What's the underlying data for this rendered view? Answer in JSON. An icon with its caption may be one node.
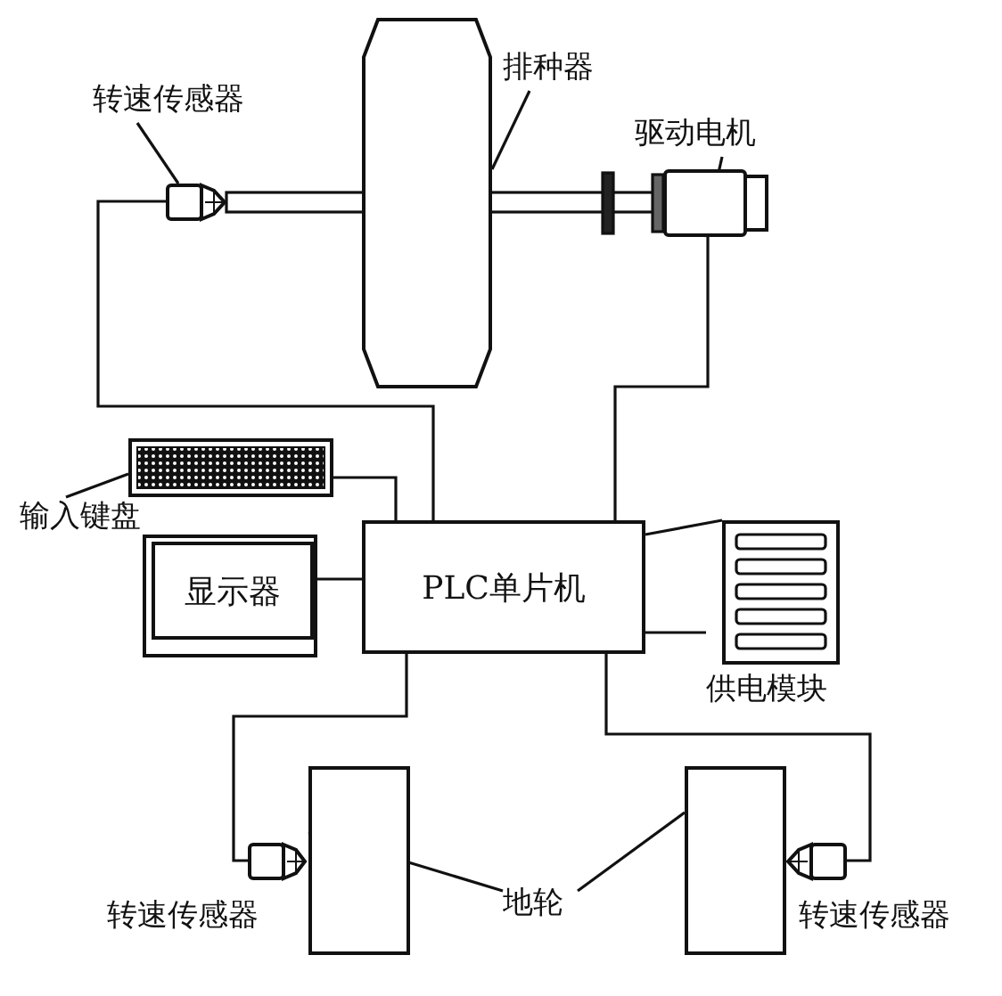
{
  "diagram": {
    "nodes": [
      {
        "text": [
          "转速传感器"
        ]
      },
      {
        "text": [],
        "shape": "box"
      },
      {
        "text": [
          "排种器"
        ]
      },
      {
        "text": [],
        "shape": "octagon"
      },
      {
        "text": [
          "驱动电机"
        ]
      },
      {
        "text": [],
        "shape": "box"
      },
      {
        "text": [
          "输入键盘"
        ]
      },
      {
        "text": [],
        "shape": "box"
      },
      {
        "text": [
          "显示器"
        ]
      },
      {
        "text": [
          "PLC单片机"
        ]
      },
      {
        "text": [
          "供电模块"
        ]
      },
      {
        "text": [],
        "shape": "box"
      },
      {
        "text": [],
        "shape": "box",
        "beside": [
          "转速传感器"
        ]
      },
      {
        "text": [
          "地轮"
        ]
      },
      {
        "text": [],
        "shape": "box"
      },
      {
        "text": [],
        "shape": "box",
        "beside": [
          "转速传感器"
        ]
      }
    ],
    "edges": [
      {
        "from": 0,
        "to": 1,
        "arrow": "none"
      },
      {
        "from": 2,
        "to": 3,
        "arrow": "none"
      },
      {
        "from": 4,
        "to": 5,
        "arrow": "none"
      },
      {
        "from": 6,
        "to": 7,
        "arrow": "none"
      },
      {
        "from": 13,
        "to": 11,
        "arrow": "none"
      },
      {
        "from": 13,
        "to": 14,
        "arrow": "none"
      },
      {
        "from": 1,
        "to": 9,
        "arrow": "none"
      },
      {
        "from": 5,
        "to": 9,
        "arrow": "none"
      },
      {
        "from": 7,
        "to": 9,
        "arrow": "none"
      },
      {
        "from": 8,
        "to": 9,
        "arrow": "none"
      },
      {
        "from": 9,
        "to": 10,
        "arrow": "none"
      },
      {
        "from": 9,
        "to": 10,
        "arrow": "none"
      },
      {
        "from": 9,
        "to": 12,
        "arrow": "none"
      },
      {
        "from": 9,
        "to": 15,
        "arrow": "none"
      }
    ]
  }
}
